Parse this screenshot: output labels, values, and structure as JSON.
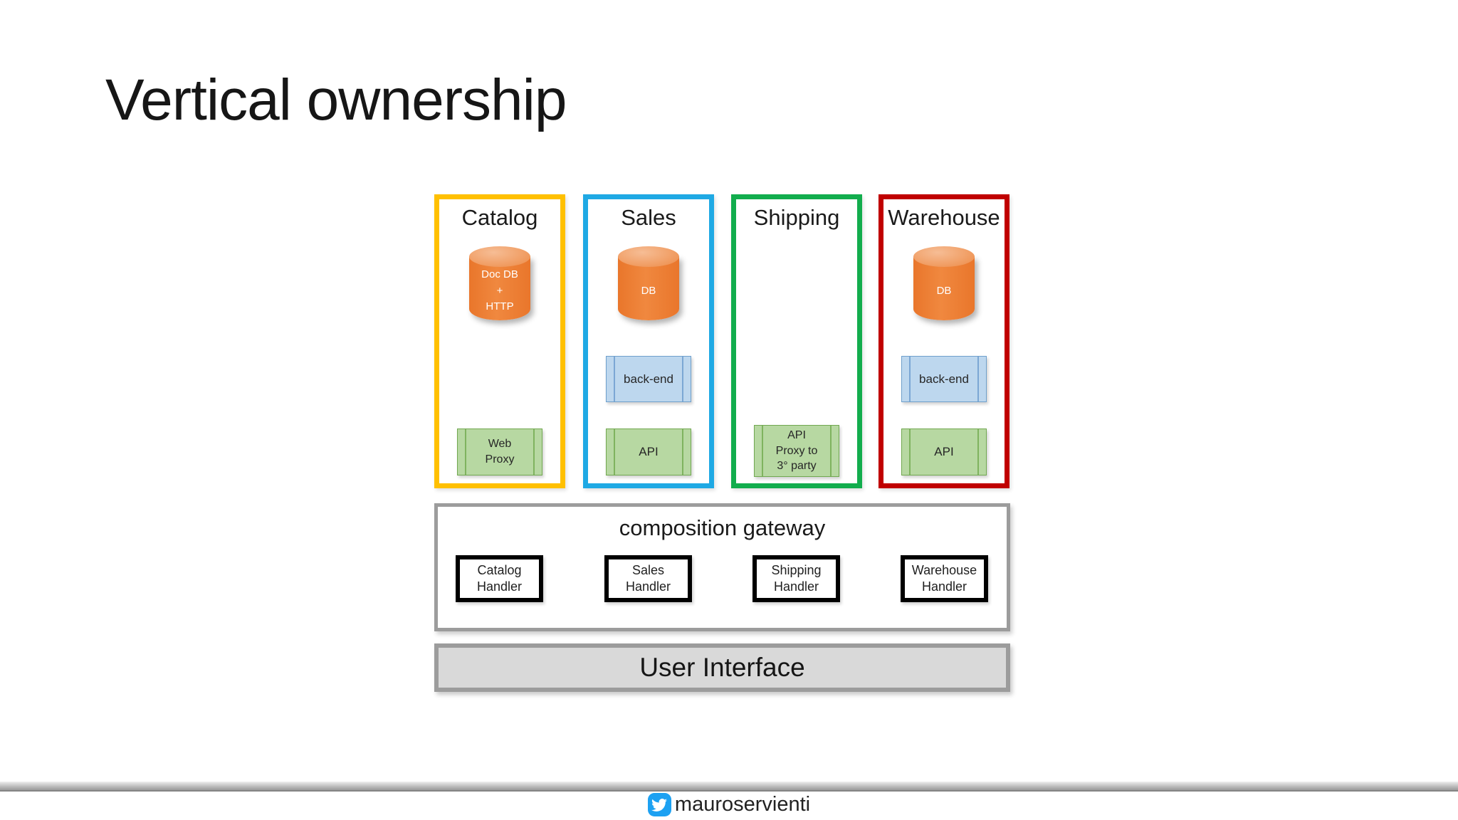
{
  "slide": {
    "title": "Vertical ownership",
    "background": "#FFFFFF"
  },
  "columns": [
    {
      "label": "Catalog",
      "accent": "#FFC000",
      "cylinder_lines": [
        "Doc DB",
        "+",
        "HTTP"
      ],
      "api_box_lines": [
        "Web",
        "Proxy"
      ]
    },
    {
      "label": "Sales",
      "accent": "#1FA9E4",
      "cylinder_lines": [
        "DB"
      ],
      "backend_box_label": "back-end",
      "api_box_label": "API"
    },
    {
      "label": "Shipping",
      "accent": "#12AD4D",
      "api_box_lines": [
        "API",
        "Proxy to",
        "3° party"
      ]
    },
    {
      "label": "Warehouse",
      "accent": "#C00000",
      "cylinder_lines": [
        "DB"
      ],
      "backend_box_label": "back-end",
      "api_box_label": "API"
    }
  ],
  "gateway": {
    "title": "composition gateway",
    "border_color": "#9C9C9C",
    "handlers": [
      {
        "lines": [
          "Catalog",
          "Handler"
        ],
        "accent": "#FFC000"
      },
      {
        "lines": [
          "Sales",
          "Handler"
        ],
        "accent": "#1FA9E4"
      },
      {
        "lines": [
          "Shipping",
          "Handler"
        ],
        "accent": "#12AD4D"
      },
      {
        "lines": [
          "Warehouse",
          "Handler"
        ],
        "accent": "#C00000"
      }
    ]
  },
  "ui_bar": {
    "label": "User Interface",
    "fill": "#D9D9D9",
    "border_color": "#9C9C9C"
  },
  "footer": {
    "handle": "mauroservienti",
    "icon": "twitter-bird",
    "icon_color": "#1DA1F2"
  },
  "palette": {
    "cylinder_body": "#ED7D31",
    "cylinder_top": "#F0995E",
    "backend_box_fill": "#BDD7EE",
    "backend_box_border": "#6FA0CC",
    "api_box_fill": "#B7D8A2",
    "api_box_border": "#71A850",
    "divider_bar": "#BDBDBD"
  }
}
